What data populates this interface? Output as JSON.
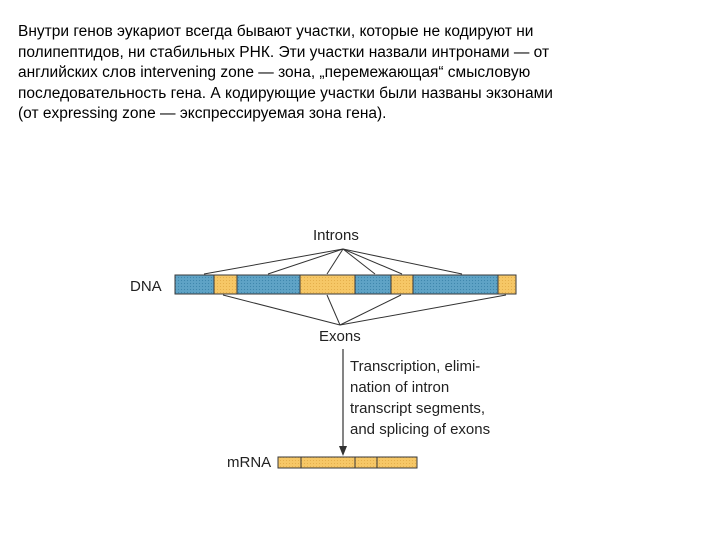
{
  "slide": {
    "lines": [
      "Внутри генов эукариот всегда бывают участки, которые не кодируют ни",
      "полипептидов, ни стабильных РНК. Эти участки назвали интронами — от",
      "английских слов intervening zone — зона, „перемежающая“ смысловую",
      "последовательность гена. А кодирующие участки были названы экзонами",
      "(от expressing zone — экспрессируемая зона гена)."
    ]
  },
  "diagram": {
    "introns_label": "Introns",
    "dna_label": "DNA",
    "exons_label": "Exons",
    "process_lines": [
      "Transcription, elimi-",
      "nation of intron",
      "transcript segments,",
      "and splicing of exons"
    ],
    "mrna_label": "mRNA",
    "colors": {
      "intron": "#5fa3c6",
      "exon": "#f6c766",
      "outline": "#3a3a3a",
      "line": "#333333"
    }
  }
}
